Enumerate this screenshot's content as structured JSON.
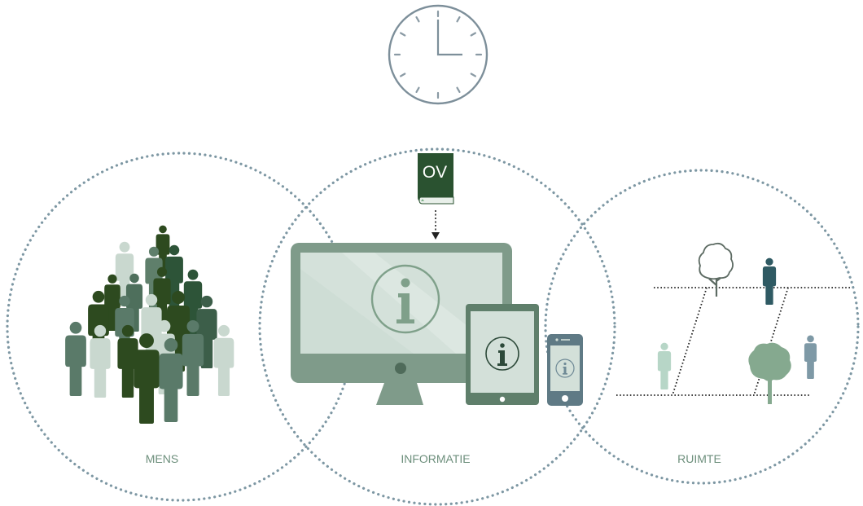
{
  "labels": {
    "mens": "MENS",
    "informatie": "INFORMATIE",
    "ruimte": "RUIMTE",
    "ov": "OV"
  },
  "icons": {
    "clock": "clock-icon",
    "book": "book-icon",
    "monitor": "monitor-icon",
    "tablet": "tablet-icon",
    "phone": "smartphone-icon",
    "info": "info-icon",
    "crowd": "crowd-icon",
    "tree": "tree-icon",
    "person": "person-icon"
  },
  "colors": {
    "dots": "#7d97a3",
    "dark_green": "#2d4a1f",
    "mid_green": "#5a7a69",
    "light_green": "#b7cfc3",
    "slate": "#2f5a63",
    "screen": "#d3e0d9",
    "clock_stroke": "#7d8f9a"
  }
}
